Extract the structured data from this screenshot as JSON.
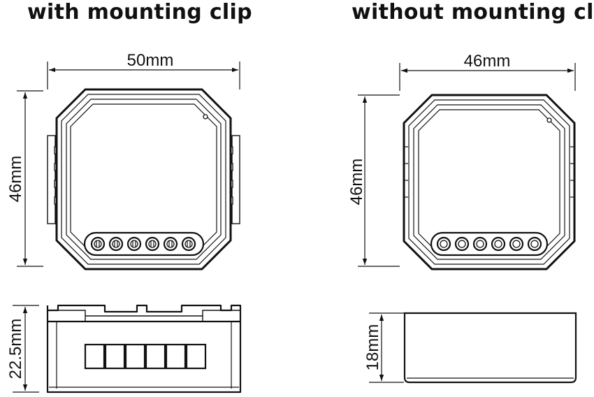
{
  "titles": {
    "with_clip": "with mounting clip",
    "without_clip": "without mounting clip"
  },
  "dimensions": {
    "with_clip": {
      "width": "50mm",
      "height": "46mm",
      "depth": "22.5mm"
    },
    "without_clip": {
      "width": "46mm",
      "height": "46mm",
      "depth": "18mm"
    }
  },
  "colors": {
    "line": "#111111",
    "background": "#ffffff"
  }
}
